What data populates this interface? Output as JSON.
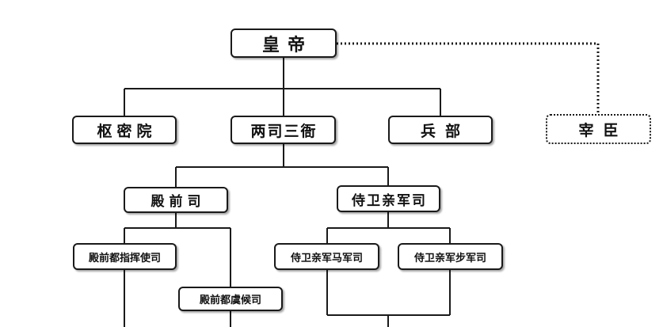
{
  "nodes": {
    "emperor": "皇帝",
    "privy_council": "枢密院",
    "two_offices_three_commands": "两司三衙",
    "ministry_of_war": "兵部",
    "chancellor": "宰臣",
    "palace_command": "殿前司",
    "imperial_guard": "侍卫亲军司",
    "palace_commander_office": "殿前都指挥使司",
    "palace_inspector_office": "殿前都虞候司",
    "guard_cavalry_office": "侍卫亲军马军司",
    "guard_infantry_office": "侍卫亲军步军司"
  }
}
